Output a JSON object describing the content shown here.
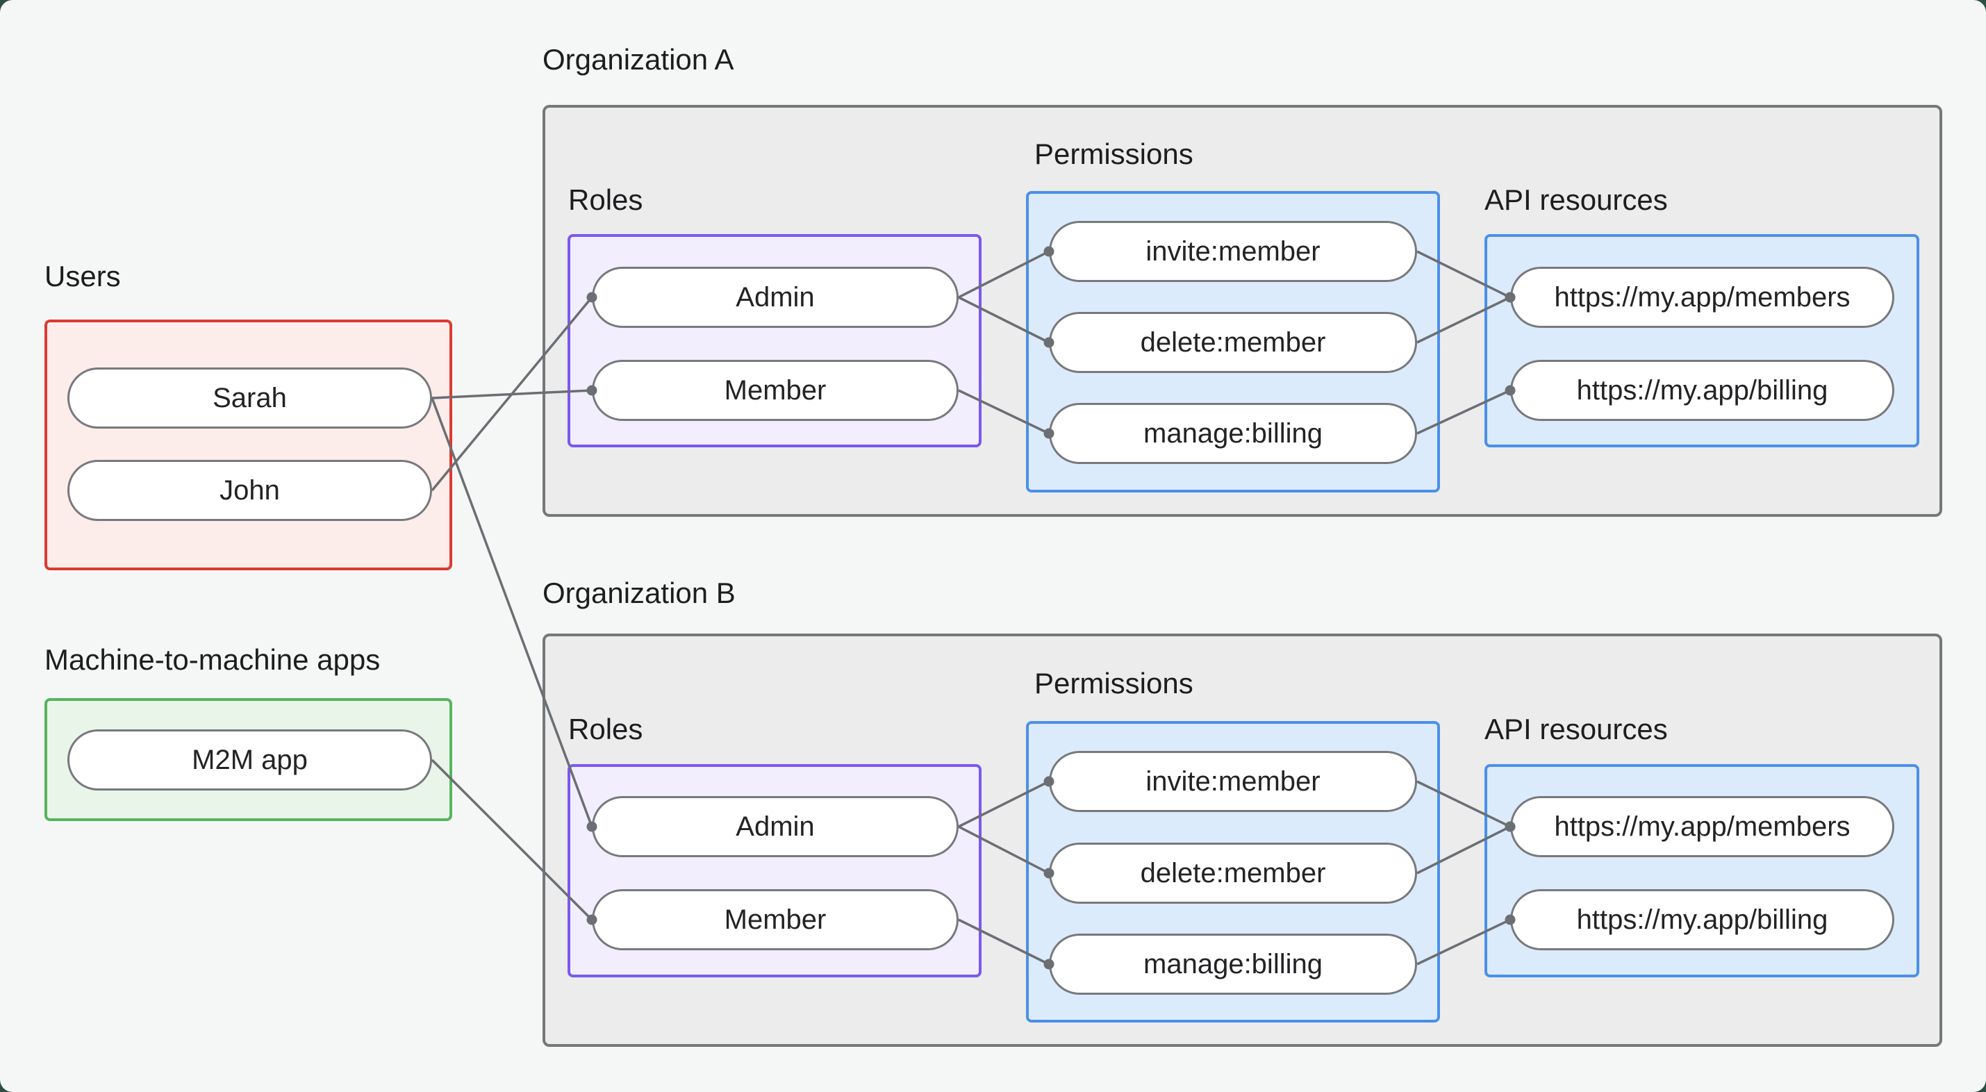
{
  "groups": {
    "users": {
      "label": "Users",
      "items": [
        {
          "id": "sarah",
          "label": "Sarah"
        },
        {
          "id": "john",
          "label": "John"
        }
      ]
    },
    "m2m": {
      "label": "Machine-to-machine apps",
      "items": [
        {
          "id": "m2m",
          "label": "M2M app"
        }
      ]
    }
  },
  "orgs": [
    {
      "label": "Organization A",
      "roles": {
        "label": "Roles",
        "items": [
          {
            "id": "orgA-admin",
            "label": "Admin"
          },
          {
            "id": "orgA-member",
            "label": "Member"
          }
        ]
      },
      "permissions": {
        "label": "Permissions",
        "items": [
          {
            "id": "orgA-invite",
            "label": "invite:member"
          },
          {
            "id": "orgA-delete",
            "label": "delete:member"
          },
          {
            "id": "orgA-manage",
            "label": "manage:billing"
          }
        ]
      },
      "api": {
        "label": "API resources",
        "items": [
          {
            "id": "orgA-members-api",
            "label": "https://my.app/members"
          },
          {
            "id": "orgA-billing-api",
            "label": "https://my.app/billing"
          }
        ]
      }
    },
    {
      "label": "Organization B",
      "roles": {
        "label": "Roles",
        "items": [
          {
            "id": "orgB-admin",
            "label": "Admin"
          },
          {
            "id": "orgB-member",
            "label": "Member"
          }
        ]
      },
      "permissions": {
        "label": "Permissions",
        "items": [
          {
            "id": "orgB-invite",
            "label": "invite:member"
          },
          {
            "id": "orgB-delete",
            "label": "delete:member"
          },
          {
            "id": "orgB-manage",
            "label": "manage:billing"
          }
        ]
      },
      "api": {
        "label": "API resources",
        "items": [
          {
            "id": "orgB-members-api",
            "label": "https://my.app/members"
          },
          {
            "id": "orgB-billing-api",
            "label": "https://my.app/billing"
          }
        ]
      }
    }
  ],
  "edges": [
    {
      "from": "john",
      "to": "orgA-admin"
    },
    {
      "from": "sarah",
      "to": "orgA-member"
    },
    {
      "from": "sarah",
      "to": "orgB-admin"
    },
    {
      "from": "m2m",
      "to": "orgB-member"
    },
    {
      "from": "orgA-admin",
      "to": "orgA-invite"
    },
    {
      "from": "orgA-admin",
      "to": "orgA-delete"
    },
    {
      "from": "orgA-member",
      "to": "orgA-manage"
    },
    {
      "from": "orgA-invite",
      "to": "orgA-members-api"
    },
    {
      "from": "orgA-delete",
      "to": "orgA-members-api"
    },
    {
      "from": "orgA-manage",
      "to": "orgA-billing-api"
    },
    {
      "from": "orgB-admin",
      "to": "orgB-invite"
    },
    {
      "from": "orgB-admin",
      "to": "orgB-delete"
    },
    {
      "from": "orgB-member",
      "to": "orgB-manage"
    },
    {
      "from": "orgB-invite",
      "to": "orgB-members-api"
    },
    {
      "from": "orgB-delete",
      "to": "orgB-members-api"
    },
    {
      "from": "orgB-manage",
      "to": "orgB-billing-api"
    }
  ],
  "colors": {
    "background": "#f5f7f6",
    "page_corner": "#2e4f43",
    "users_border": "#dc3a31",
    "m2m_border": "#58b35e",
    "roles_border": "#7a58f2",
    "permissions_border": "#4b90ea",
    "org_border": "#75787b",
    "connector": "#6b6e72"
  }
}
